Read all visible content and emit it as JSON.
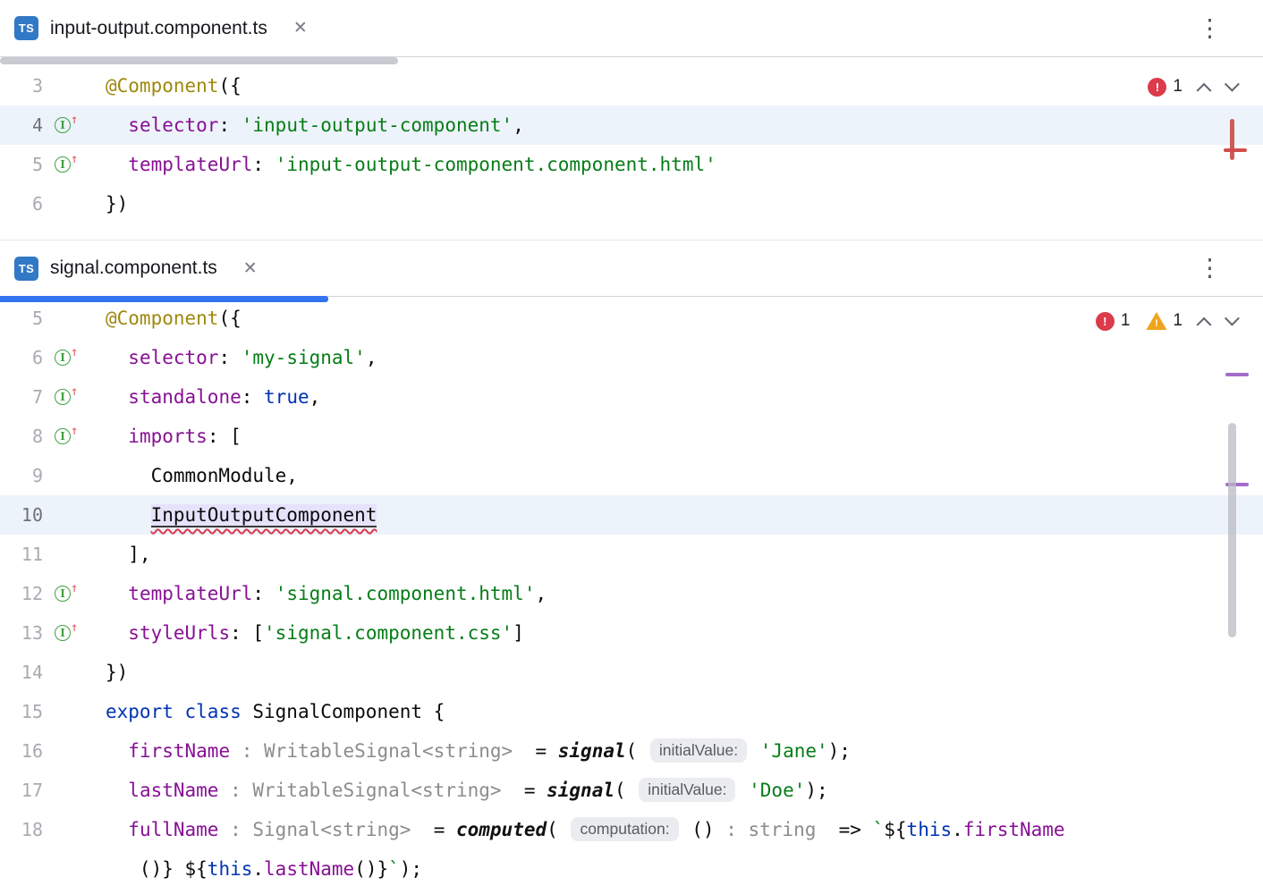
{
  "colors": {
    "ts_badge": "#3178c6",
    "error": "#db3b4b",
    "warning": "#efa41b",
    "progress": "#3574f0",
    "caret_row": "#edf3fb",
    "string": "#067d17",
    "keyword": "#0033b3",
    "property": "#871094",
    "decorator": "#9e880d",
    "hint": "#8c8c8c"
  },
  "icons": {
    "close": "✕",
    "kebab": "⋮",
    "gutter_letter": "I",
    "gutter_arrow": "↑"
  },
  "editors": [
    {
      "tab": {
        "icon_label": "TS",
        "title": "input-output.component.ts"
      },
      "hscroll_fraction": 0.315,
      "inspections": [
        {
          "type": "error",
          "count": "1"
        }
      ],
      "lines": [
        {
          "num": "3",
          "tokens": [
            [
              "d",
              "@Component"
            ],
            [
              "p",
              "({"
            ]
          ]
        },
        {
          "num": "4",
          "icon": true,
          "current": true,
          "tokens": [
            [
              "p",
              "  "
            ],
            [
              "pr",
              "selector"
            ],
            [
              "p",
              ": "
            ],
            [
              "s",
              "'input-output-component'"
            ],
            [
              "p",
              ","
            ]
          ]
        },
        {
          "num": "5",
          "icon": true,
          "tokens": [
            [
              "p",
              "  "
            ],
            [
              "pr",
              "templateUrl"
            ],
            [
              "p",
              ": "
            ],
            [
              "s",
              "'input-output-component.component.html'"
            ]
          ]
        },
        {
          "num": "6",
          "tokens": [
            [
              "p",
              "})"
            ]
          ]
        }
      ]
    },
    {
      "tab": {
        "icon_label": "TS",
        "title": "signal.component.ts"
      },
      "progress_fraction": 0.26,
      "inspections": [
        {
          "type": "error",
          "count": "1"
        },
        {
          "type": "warning",
          "count": "1"
        }
      ],
      "lines": [
        {
          "num": "5",
          "tokens": [
            [
              "d",
              "@Component"
            ],
            [
              "p",
              "({"
            ]
          ]
        },
        {
          "num": "6",
          "icon": true,
          "tokens": [
            [
              "p",
              "  "
            ],
            [
              "pr",
              "selector"
            ],
            [
              "p",
              ": "
            ],
            [
              "s",
              "'my-signal'"
            ],
            [
              "p",
              ","
            ]
          ]
        },
        {
          "num": "7",
          "icon": true,
          "tokens": [
            [
              "p",
              "  "
            ],
            [
              "pr",
              "standalone"
            ],
            [
              "p",
              ": "
            ],
            [
              "k",
              "true"
            ],
            [
              "p",
              ","
            ]
          ]
        },
        {
          "num": "8",
          "icon": true,
          "tokens": [
            [
              "p",
              "  "
            ],
            [
              "pr",
              "imports"
            ],
            [
              "p",
              ": ["
            ]
          ]
        },
        {
          "num": "9",
          "tokens": [
            [
              "p",
              "    CommonModule,"
            ]
          ]
        },
        {
          "num": "10",
          "current": true,
          "tokens": [
            [
              "p",
              "    "
            ],
            [
              "e",
              "InputOutputComponent"
            ]
          ]
        },
        {
          "num": "11",
          "tokens": [
            [
              "p",
              "  ],"
            ]
          ]
        },
        {
          "num": "12",
          "icon": true,
          "tokens": [
            [
              "p",
              "  "
            ],
            [
              "pr",
              "templateUrl"
            ],
            [
              "p",
              ": "
            ],
            [
              "s",
              "'signal.component.html'"
            ],
            [
              "p",
              ","
            ]
          ]
        },
        {
          "num": "13",
          "icon": true,
          "tokens": [
            [
              "p",
              "  "
            ],
            [
              "pr",
              "styleUrls"
            ],
            [
              "p",
              ": ["
            ],
            [
              "s",
              "'signal.component.css'"
            ],
            [
              "p",
              "]"
            ]
          ]
        },
        {
          "num": "14",
          "tokens": [
            [
              "p",
              "})"
            ]
          ]
        },
        {
          "num": "15",
          "tokens": [
            [
              "k",
              "export"
            ],
            [
              "p",
              " "
            ],
            [
              "k",
              "class"
            ],
            [
              "p",
              " SignalComponent {"
            ]
          ]
        },
        {
          "num": "16",
          "tokens": [
            [
              "p",
              "  "
            ],
            [
              "pr",
              "firstName"
            ],
            [
              "p",
              " "
            ],
            [
              "h",
              ": WritableSignal<string>"
            ],
            [
              "p",
              "  = "
            ],
            [
              "f",
              "signal"
            ],
            [
              "p",
              "( "
            ],
            [
              "c",
              "initialValue:"
            ],
            [
              "p",
              " "
            ],
            [
              "s",
              "'Jane'"
            ],
            [
              "p",
              ");"
            ]
          ]
        },
        {
          "num": "17",
          "tokens": [
            [
              "p",
              "  "
            ],
            [
              "pr",
              "lastName"
            ],
            [
              "p",
              " "
            ],
            [
              "h",
              ": WritableSignal<string>"
            ],
            [
              "p",
              "  = "
            ],
            [
              "f",
              "signal"
            ],
            [
              "p",
              "( "
            ],
            [
              "c",
              "initialValue:"
            ],
            [
              "p",
              " "
            ],
            [
              "s",
              "'Doe'"
            ],
            [
              "p",
              ");"
            ]
          ]
        },
        {
          "num": "18",
          "tokens": [
            [
              "p",
              "  "
            ],
            [
              "pr",
              "fullName"
            ],
            [
              "p",
              " "
            ],
            [
              "h",
              ": Signal<string>"
            ],
            [
              "p",
              "  = "
            ],
            [
              "f",
              "computed"
            ],
            [
              "p",
              "( "
            ],
            [
              "c",
              "computation:"
            ],
            [
              "p",
              " () "
            ],
            [
              "h",
              ": string"
            ],
            [
              "p",
              "  => "
            ],
            [
              "s",
              "`"
            ],
            [
              "p",
              "${"
            ],
            [
              "k",
              "this"
            ],
            [
              "p",
              "."
            ],
            [
              "pr",
              "firstName"
            ]
          ]
        },
        {
          "tokens": [
            [
              "p",
              "   ()} ${"
            ],
            [
              "k",
              "this"
            ],
            [
              "p",
              "."
            ],
            [
              "pr",
              "lastName"
            ],
            [
              "p",
              "()}"
            ],
            [
              "s",
              "`"
            ],
            [
              "p",
              ");"
            ]
          ]
        }
      ]
    }
  ]
}
